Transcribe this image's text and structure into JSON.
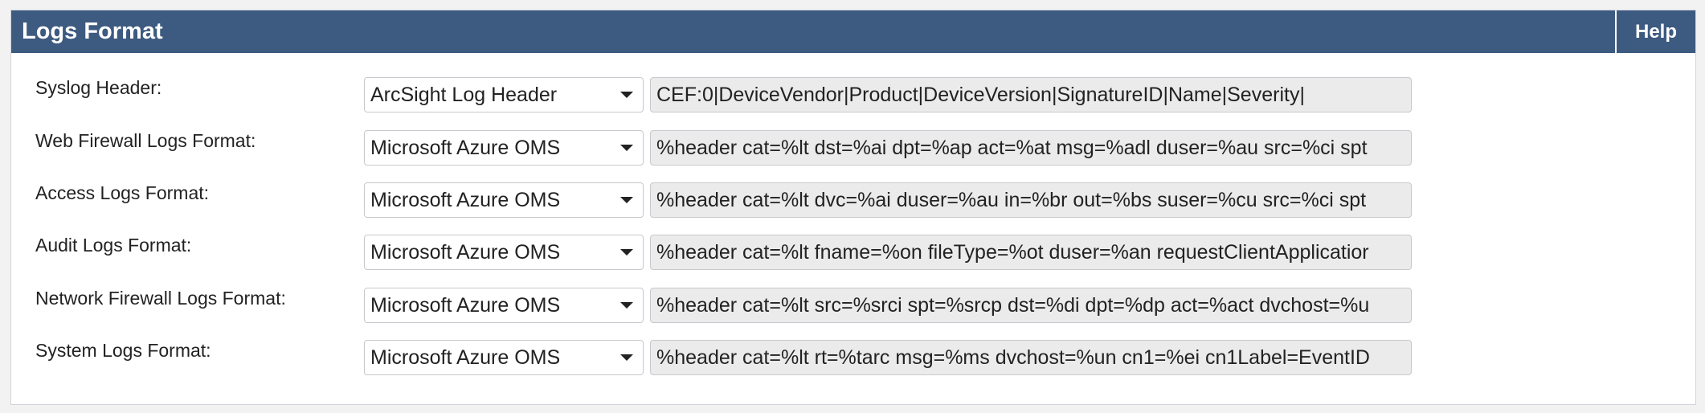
{
  "panel": {
    "title": "Logs Format",
    "help_label": "Help"
  },
  "rows": [
    {
      "label": "Syslog Header:",
      "selected": "ArcSight Log Header",
      "format": "CEF:0|DeviceVendor|Product|DeviceVersion|SignatureID|Name|Severity|"
    },
    {
      "label": "Web Firewall Logs Format:",
      "selected": "Microsoft Azure OMS",
      "format": "%header cat=%lt dst=%ai dpt=%ap act=%at msg=%adl duser=%au src=%ci spt"
    },
    {
      "label": "Access Logs Format:",
      "selected": "Microsoft Azure OMS",
      "format": "%header cat=%lt dvc=%ai duser=%au in=%br out=%bs suser=%cu src=%ci spt"
    },
    {
      "label": "Audit Logs Format:",
      "selected": "Microsoft Azure OMS",
      "format": "%header cat=%lt fname=%on fileType=%ot duser=%an requestClientApplicatior"
    },
    {
      "label": "Network Firewall Logs Format:",
      "selected": "Microsoft Azure OMS",
      "format": "%header cat=%lt src=%srci spt=%srcp dst=%di dpt=%dp act=%act dvchost=%u"
    },
    {
      "label": "System Logs Format:",
      "selected": "Microsoft Azure OMS",
      "format": "%header cat=%lt rt=%tarc msg=%ms dvchost=%un cn1=%ei cn1Label=EventID"
    }
  ],
  "colors": {
    "header_bg": "#3d5a80",
    "input_readonly_bg": "#ebebeb"
  }
}
